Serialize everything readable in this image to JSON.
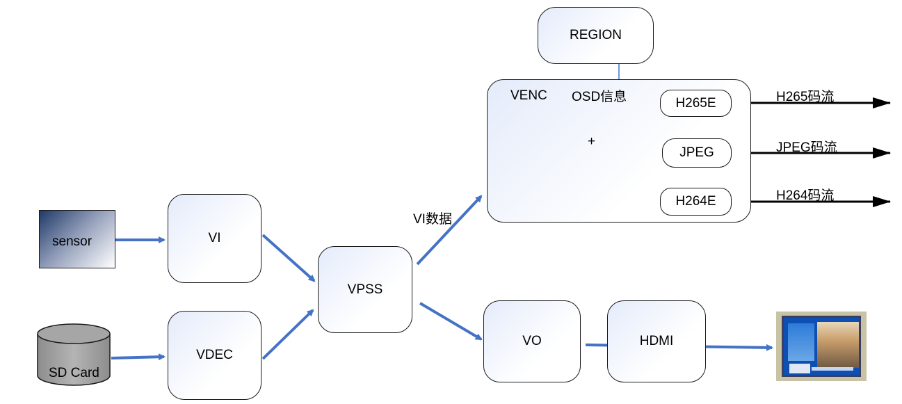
{
  "nodes": {
    "sensor": "sensor",
    "sd_card": "SD Card",
    "vi": "VI",
    "vdec": "VDEC",
    "vpss": "VPSS",
    "venc": "VENC",
    "region": "REGION",
    "h265e": "H265E",
    "jpeg": "JPEG",
    "h264e": "H264E",
    "vo": "VO",
    "hdmi": "HDMI"
  },
  "labels": {
    "vi_data": "VI数据",
    "osd_info": "OSD信息",
    "plus": "+",
    "h265_stream": "H265码流",
    "jpeg_stream": "JPEG码流",
    "h264_stream": "H264码流"
  },
  "colors": {
    "thick_arrow": "#4472c4",
    "output_arrow": "#000000",
    "box_border": "#1a1a1a",
    "box_fill_tint": "#e4ebfa"
  },
  "icons": {
    "display": "monitor-image",
    "storage": "sd-card-cylinder"
  }
}
